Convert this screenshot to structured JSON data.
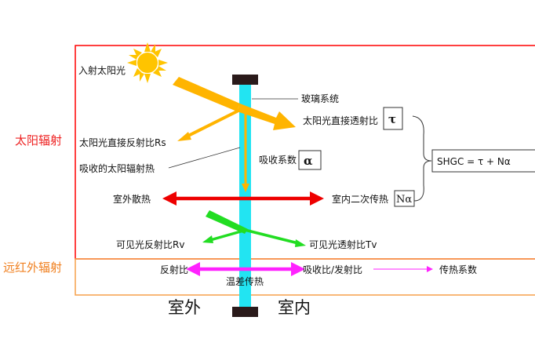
{
  "labels": {
    "incident_sunlight": "入射太阳光",
    "glass_system": "玻璃系统",
    "solar_direct_transmittance": "太阳光直接透射比",
    "tau_symbol": "τ",
    "solar_direct_reflectance": "太阳光直接反射比Rs",
    "absorbed_solar_heat": "吸收的太阳辐射热",
    "absorption_coefficient": "吸收系数",
    "alpha_symbol": "α",
    "outdoor_heat_dissipation": "室外散热",
    "indoor_secondary_transfer": "室内二次传热",
    "n_alpha_symbol": "Nα",
    "shgc_formula": "SHGC = τ + Nα",
    "visible_reflectance": "可见光反射比Rv",
    "visible_transmittance": "可见光透射比Tv",
    "reflectance": "反射比",
    "absorptance_emittance": "吸收比/发射比",
    "heat_transfer_coefficient": "传热系数",
    "temperature_difference_transfer": "温差传热",
    "outdoor": "室外",
    "indoor": "室内",
    "solar_radiation": "太阳辐射",
    "far_infrared_radiation": "远红外辐射"
  },
  "colors": {
    "solar_box": "#ff0000",
    "infrared_box": "#f5a04a",
    "glass": "#22e4f2",
    "sun": "#ffc400",
    "solar_arrow": "#ffb400",
    "heat_arrow": "#ee0000",
    "visible_arrow": "#22dd22",
    "infrared_arrow": "#ff22ff"
  }
}
